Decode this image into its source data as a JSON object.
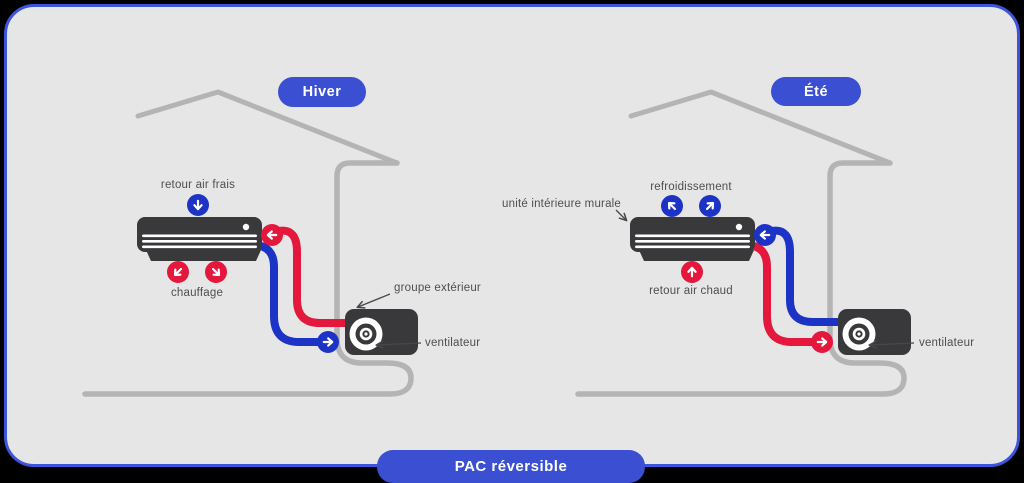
{
  "title": "PAC réversible",
  "badge_winter": {
    "label": "Hiver"
  },
  "badge_summer": {
    "label": "Été"
  },
  "footer": {
    "label": "PAC réversible"
  },
  "winter": {
    "labels": {
      "return_air": "retour air frais",
      "heating": "chauffage",
      "outdoor_group": "groupe extérieur",
      "fan": "ventilateur"
    },
    "icons": {
      "above_unit": "arrow-down-icon",
      "below_unit": [
        "arrow-down-left-icon",
        "arrow-down-right-icon"
      ],
      "hot_pipe_end": "arrow-left-icon",
      "cold_pipe_end": "arrow-right-icon"
    }
  },
  "summer": {
    "labels": {
      "cooling": "refroidissement",
      "indoor_unit": "unité intérieure murale",
      "return_air": "retour air chaud",
      "fan": "ventilateur"
    },
    "icons": {
      "above_unit": [
        "arrow-up-left-icon",
        "arrow-up-right-icon"
      ],
      "below_unit": "arrow-up-icon",
      "cold_pipe_end": "arrow-left-icon",
      "hot_pipe_end": "arrow-right-icon"
    }
  },
  "colors": {
    "hot": "#e4173c",
    "cold": "#1c33c6",
    "accent_blue": "#3a4fd2",
    "card_border": "#3c55dc",
    "card_fill": "#e6e6e7",
    "unit_dark": "#39393b",
    "house_gray": "#b4b4b5",
    "label_gray": "#4e4e50",
    "background": "#000000"
  }
}
